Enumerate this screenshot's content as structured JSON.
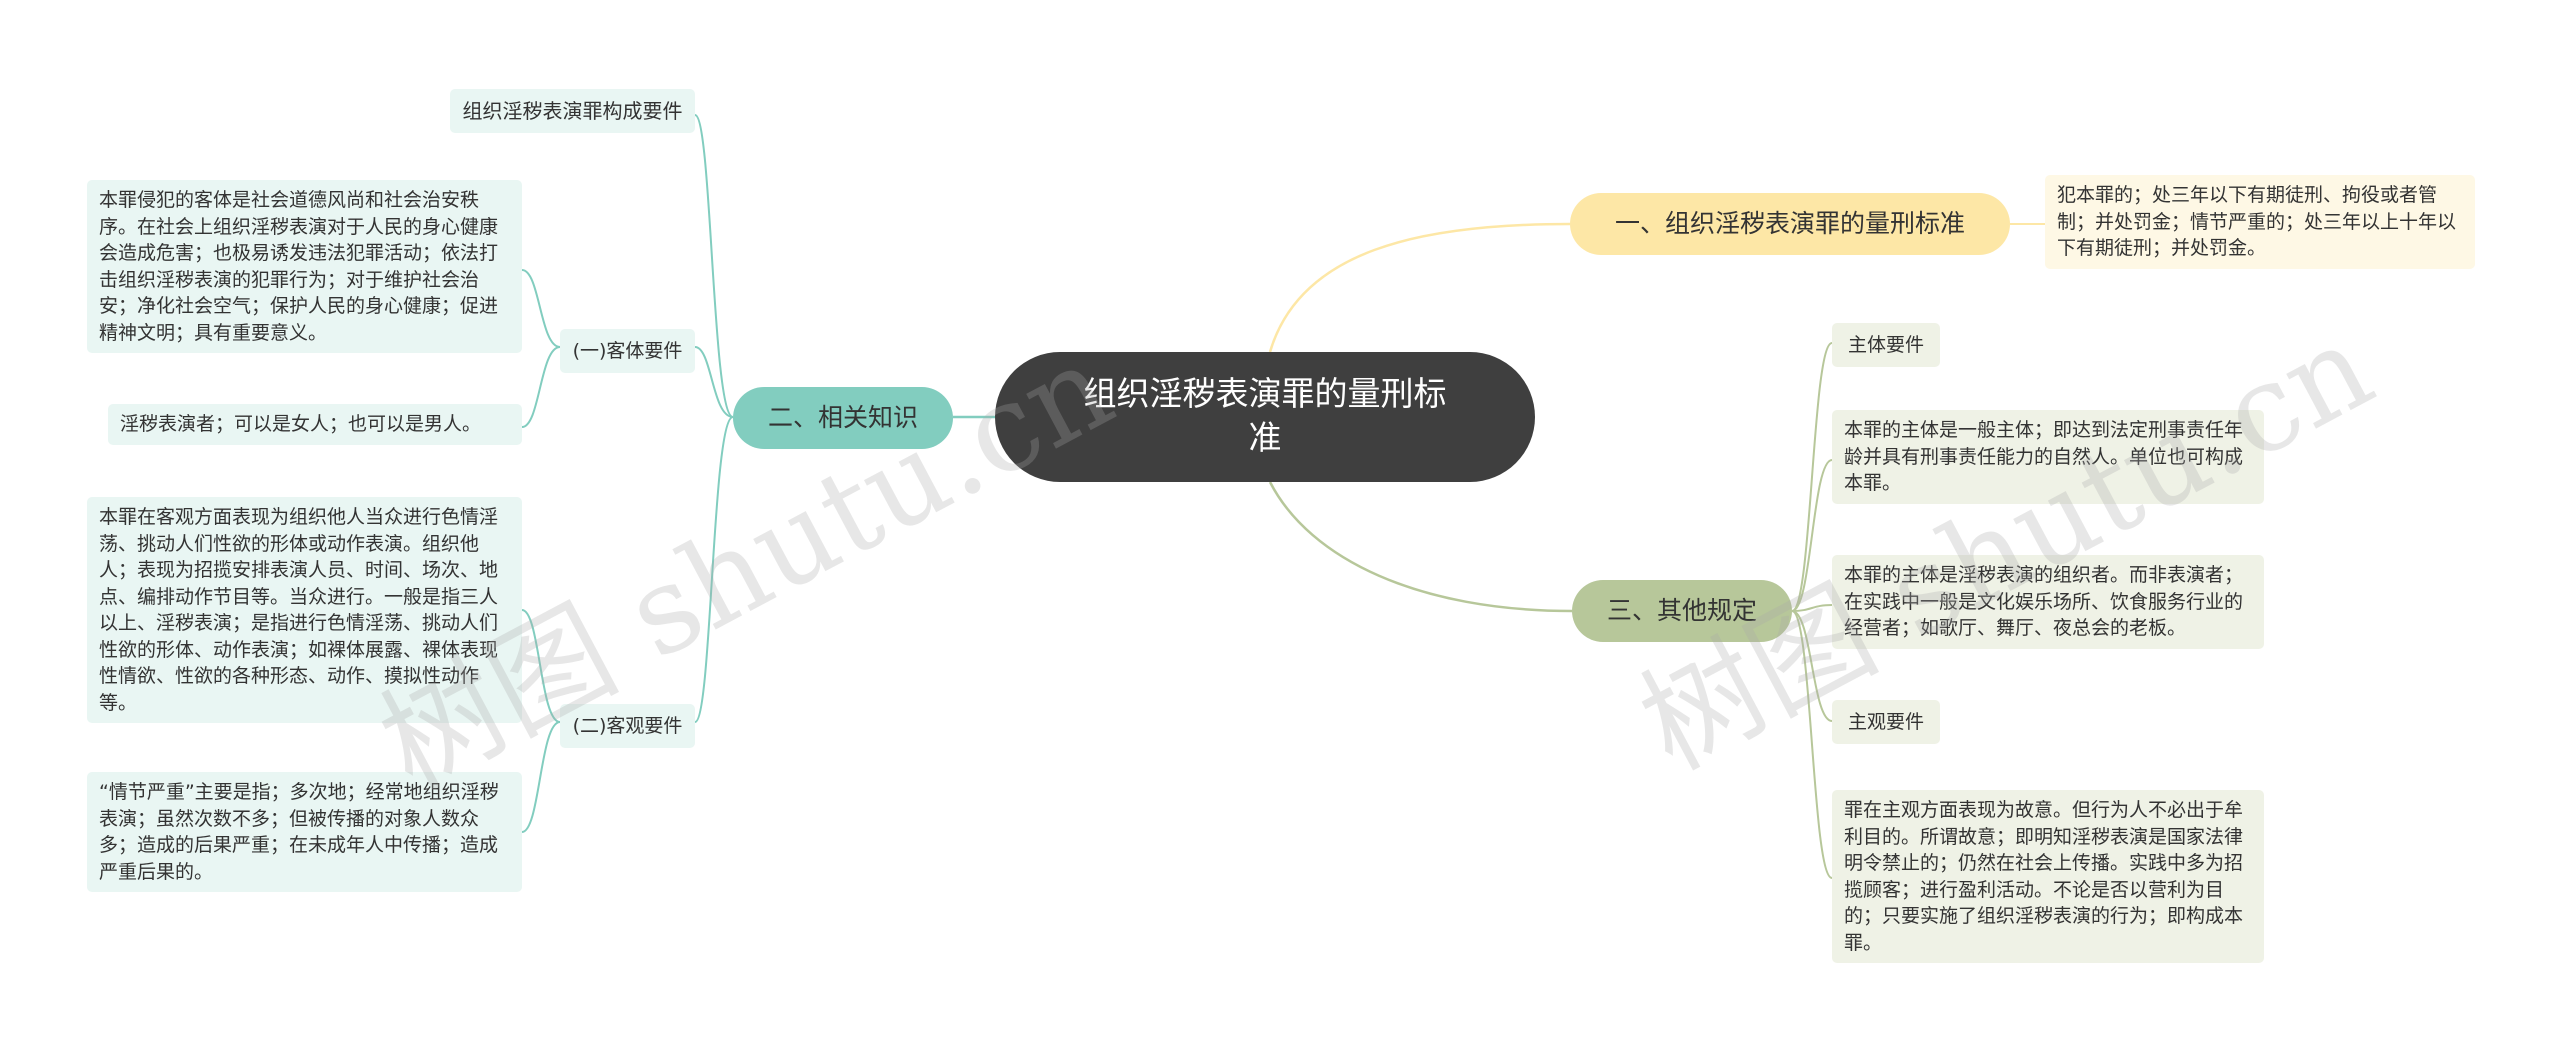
{
  "root": {
    "title": "组织淫秽表演罪的量刑标准"
  },
  "branch1": {
    "label": "一、组织淫秽表演罪的量刑标准",
    "text": "犯本罪的；处三年以下有期徒刑、拘役或者管制；并处罚金；情节严重的；处三年以上十年以下有期徒刑；并处罚金。"
  },
  "branch2": {
    "label": "二、相关知识",
    "top": "组织淫秽表演罪构成要件",
    "object": {
      "label": "(一)客体要件",
      "text1": "本罪侵犯的客体是社会道德风尚和社会治安秩序。在社会上组织淫秽表演对于人民的身心健康会造成危害；也极易诱发违法犯罪活动；依法打击组织淫秽表演的犯罪行为；对于维护社会治安；净化社会空气；保护人民的身心健康；促进精神文明；具有重要意义。",
      "text2": "淫秽表演者；可以是女人；也可以是男人。"
    },
    "objective": {
      "label": "(二)客观要件",
      "text1": "本罪在客观方面表现为组织他人当众进行色情淫荡、挑动人们性欲的形体或动作表演。组织他人；表现为招揽安排表演人员、时间、场次、地点、编排动作节目等。当众进行。一般是指三人以上、淫秽表演；是指进行色情淫荡、挑动人们性欲的形体、动作表演；如裸体展露、裸体表现性情欲、性欲的各种形态、动作、摸拟性动作等。",
      "text2": "“情节严重”主要是指；多次地；经常地组织淫秽表演；虽然次数不多；但被传播的对象人数众多；造成的后果严重；在未成年人中传播；造成严重后果的。"
    }
  },
  "branch3": {
    "label": "三、其他规定",
    "subject_label": "主体要件",
    "subject_text1": "本罪的主体是一般主体；即达到法定刑事责任年龄并具有刑事责任能力的自然人。单位也可构成本罪。",
    "subject_text2": "本罪的主体是淫秽表演的组织者。而非表演者；在实践中一般是文化娱乐场所、饮食服务行业的经营者；如歌厅、舞厅、夜总会的老板。",
    "subjective_label": "主观要件",
    "subjective_text": "罪在主观方面表现为故意。但行为人不必出于牟利目的。所谓故意；即明知淫秽表演是国家法律明令禁止的；仍然在社会上传播。实践中多为招揽顾客；进行盈利活动。不论是否以营利为目的；只要实施了组织淫秽表演的行为；即构成本罪。"
  },
  "watermark": {
    "left": "树图 shutu.cn",
    "right": "树图 shutu.cn"
  },
  "colors": {
    "root": "#3f3f3f",
    "branch1": "#fde7a6",
    "branch2": "#82cdbf",
    "branch3": "#b7c79a"
  }
}
